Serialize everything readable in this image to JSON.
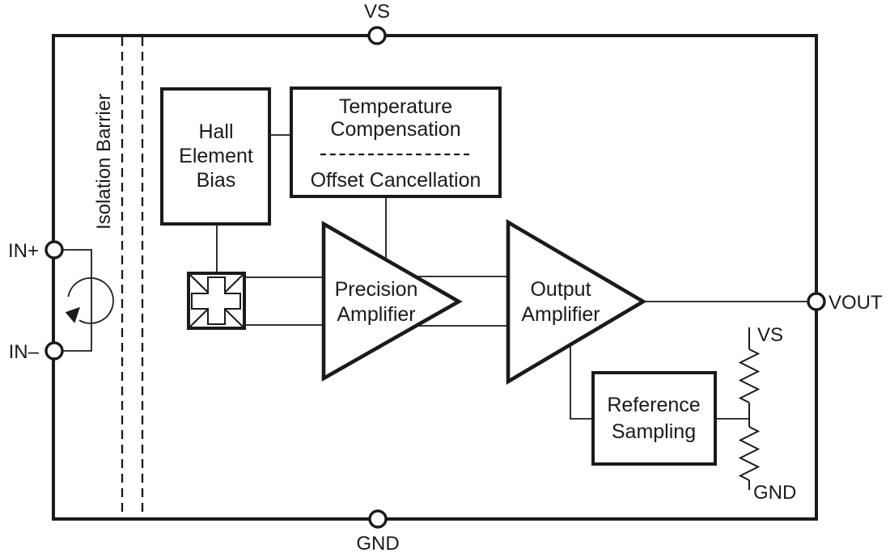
{
  "colors": {
    "line": "#1a1a1a",
    "text": "#1a1a1a",
    "background": "#ffffff"
  },
  "pins": {
    "vs_top": "VS",
    "gnd_bottom": "GND",
    "in_plus": "IN+",
    "in_minus": "IN–",
    "vout": "VOUT"
  },
  "reference_divider": {
    "vs": "VS",
    "gnd": "GND"
  },
  "blocks": {
    "isolation_barrier": "Isolation Barrier",
    "hall_element_bias": {
      "line1": "Hall",
      "line2": "Element",
      "line3": "Bias"
    },
    "temperature_compensation": {
      "line1": "Temperature",
      "line2": "Compensation"
    },
    "offset_cancellation": "Offset Cancellation",
    "precision_amplifier": {
      "line1": "Precision",
      "line2": "Amplifier"
    },
    "output_amplifier": {
      "line1": "Output",
      "line2": "Amplifier"
    },
    "reference_sampling": {
      "line1": "Reference",
      "line2": "Sampling"
    }
  }
}
